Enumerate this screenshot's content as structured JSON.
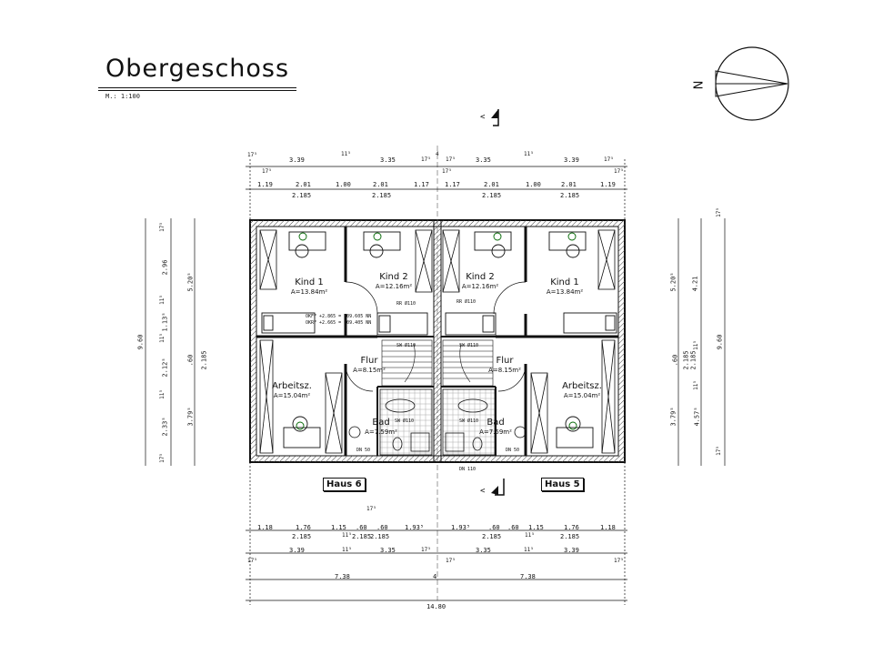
{
  "title": "Obergeschoss",
  "scale": "M.: 1:100",
  "north_label": "N",
  "houses": {
    "left": "Haus 6",
    "right": "Haus 5"
  },
  "rooms": {
    "kind1_left": {
      "name": "Kind 1",
      "area": "A=13.84m²"
    },
    "kind2_left": {
      "name": "Kind 2",
      "area": "A=12.16m²"
    },
    "kind2_right": {
      "name": "Kind 2",
      "area": "A=12.16m²"
    },
    "kind1_right": {
      "name": "Kind 1",
      "area": "A=13.84m²"
    },
    "flur_left": {
      "name": "Flur",
      "area": "A=8.15m²"
    },
    "flur_right": {
      "name": "Flur",
      "area": "A=8.15m²"
    },
    "arbeits_left": {
      "name": "Arbeitsz.",
      "area": "A=15.04m²"
    },
    "arbeits_right": {
      "name": "Arbeitsz.",
      "area": "A=15.04m²"
    },
    "bad_left": {
      "name": "Bad",
      "area": "A=7.59m²"
    },
    "bad_right": {
      "name": "Bad",
      "area": "A=7.59m²"
    }
  },
  "annotations": {
    "okff1": "OKFF +2.865 = 109.605 NN",
    "okrf": "OKRF +2.665 = 109.405 NN",
    "rr110_left": "RR Ø110",
    "rr110_right": "RR Ø110",
    "sw110_left": "SW Ø110",
    "sw110_right": "SW Ø110",
    "sw110_bad_left": "SW Ø110",
    "sw110_bad_right": "SW Ø110",
    "dn50_left": "DN 50",
    "dn50_right": "DN 50",
    "dn110": "DN 110"
  },
  "dims": {
    "top1": [
      "17⁵",
      "3.39",
      "11⁵",
      "3.35",
      "17⁵",
      "4",
      "17⁵",
      "3.35",
      "11⁵",
      "3.39",
      "17⁵"
    ],
    "top1_sub": [
      "17⁵",
      "17⁵",
      "17⁵"
    ],
    "top2": [
      "1.19",
      "2.01",
      "1.00",
      "2.01",
      "1.17",
      "1.17",
      "2.01",
      "1.00",
      "2.01",
      "1.19"
    ],
    "top2_sub": [
      "2.185",
      "2.185",
      "2.185",
      "2.185"
    ],
    "bot1": [
      "1.18",
      "1.76",
      "1.15",
      ".60",
      ".60",
      "1.93⁵",
      "1.93⁵",
      ".60",
      ".60",
      "1.15",
      "1.76",
      "1.18"
    ],
    "bot1_top": [
      "17⁵"
    ],
    "bot1_sub": [
      "2.185",
      "11⁵",
      "2.185",
      "2.185",
      "2.185",
      "11⁵",
      "2.185"
    ],
    "bot2": [
      "3.39",
      "3.35",
      "3.35",
      "3.39"
    ],
    "bot2_marks": [
      "17⁵",
      "11⁵",
      "17⁵",
      "17⁵",
      "11⁵",
      "17⁵"
    ],
    "bot3": [
      "7.38",
      "4",
      "7.38"
    ],
    "bot4": [
      "14.80"
    ],
    "left_outer": [
      "9.60"
    ],
    "left_mid": [
      "17⁵",
      "2.96",
      "11⁵",
      "1.13⁵",
      "11⁵",
      "2.12⁵",
      "11⁵",
      "2.33⁵",
      "17⁵"
    ],
    "left_inner": [
      "5.20⁵",
      ".60",
      "2.185",
      "3.79⁵"
    ],
    "right_outer": [
      "9.60"
    ],
    "right_mid": [
      "17⁵",
      "4.21",
      "11⁵",
      "2.185",
      "11⁵",
      "4.57⁵",
      "17⁵"
    ],
    "right_inner": [
      "5.20⁵",
      ".60",
      "2.185",
      "3.79⁵"
    ]
  }
}
